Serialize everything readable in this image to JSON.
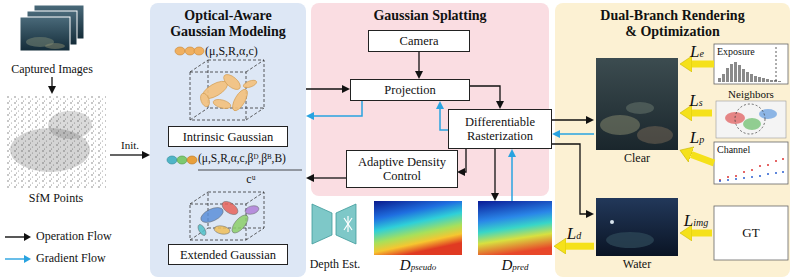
{
  "diagram": {
    "nodes": [
      {
        "text": [
          "Captured Images"
        ]
      },
      {
        "text": [
          "SfM Points"
        ]
      },
      {
        "text": [
          "Optical-Aware Gaussian Modeling"
        ]
      },
      {
        "text": [
          "Intrinsic Gaussian"
        ],
        "in": 2
      },
      {
        "text": [
          "Extended Gaussian"
        ],
        "in": 2
      },
      {
        "text": [
          "Gaussian Splatting"
        ]
      },
      {
        "text": [
          "Camera"
        ],
        "in": 5
      },
      {
        "text": [
          "Projection"
        ],
        "in": 5
      },
      {
        "text": [
          "Differentiable Rasterization"
        ],
        "in": 5
      },
      {
        "text": [
          "Adaptive Density Control"
        ],
        "in": 5
      },
      {
        "text": [
          "Depth Est."
        ]
      },
      {
        "text": [
          "Dpseudo"
        ]
      },
      {
        "text": [
          "Dpred"
        ]
      },
      {
        "text": [
          "Dual-Branch Rendering & Optimization"
        ]
      },
      {
        "text": [
          "Exposure"
        ],
        "in": 13
      },
      {
        "text": [
          "Neighbors"
        ],
        "in": 13
      },
      {
        "text": [
          "Channel"
        ],
        "in": 13
      },
      {
        "text": [
          "Clear"
        ],
        "in": 13
      },
      {
        "text": [
          "Water"
        ],
        "in": 13
      },
      {
        "text": [
          "GT"
        ],
        "in": 13
      }
    ],
    "edges": [
      {
        "from": 0,
        "to": 1,
        "arrow": "to"
      },
      {
        "from": 1,
        "to": 2,
        "arrow": "to",
        "label": "Init."
      },
      {
        "from": 2,
        "to": 7,
        "arrow": "to"
      },
      {
        "from": 7,
        "to": 2,
        "arrow": "to"
      },
      {
        "from": 6,
        "to": 7,
        "arrow": "to"
      },
      {
        "from": 7,
        "to": 8,
        "arrow": "to"
      },
      {
        "from": 8,
        "to": 7,
        "arrow": "to"
      },
      {
        "from": 8,
        "to": 9,
        "arrow": "to"
      },
      {
        "from": 9,
        "to": 2,
        "arrow": "to"
      },
      {
        "from": 8,
        "to": 12,
        "arrow": "to"
      },
      {
        "from": 12,
        "to": 8,
        "arrow": "to"
      },
      {
        "from": 8,
        "to": 17,
        "arrow": "to"
      },
      {
        "from": 17,
        "to": 8,
        "arrow": "to"
      },
      {
        "from": 8,
        "to": 18,
        "arrow": "to"
      },
      {
        "from": 14,
        "to": 17,
        "arrow": "to",
        "label": "Le"
      },
      {
        "from": 15,
        "to": 17,
        "arrow": "to",
        "label": "Ls"
      },
      {
        "from": 16,
        "to": 17,
        "arrow": "to",
        "label": "Lp"
      },
      {
        "from": 19,
        "to": 18,
        "arrow": "to",
        "label": "Limg"
      },
      {
        "from": 18,
        "to": 12,
        "arrow": "to",
        "label": "Ld"
      }
    ],
    "labels": [
      "(μ,S,R,α,c)",
      "(μ,S,R,α,c,βᴰ,βᴮ,B)",
      "cᵘ"
    ],
    "legend": [
      {
        "text": "Operation Flow"
      },
      {
        "text": "Gradient Flow"
      }
    ]
  }
}
